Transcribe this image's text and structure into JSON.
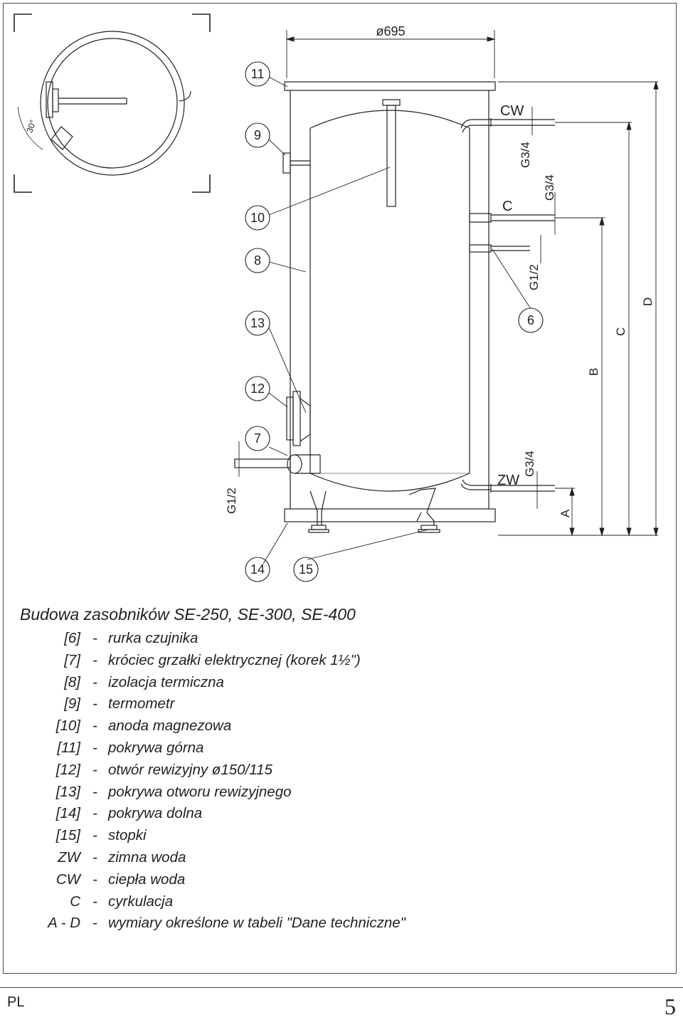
{
  "diagram": {
    "diameter_label": "ø695",
    "callouts": [
      "11",
      "9",
      "10",
      "8",
      "13",
      "12",
      "7",
      "6",
      "14",
      "15"
    ],
    "port_labels": {
      "cw": "CW",
      "c": "C",
      "zw": "ZW"
    },
    "thread_labels": {
      "top_cw": "G3/4",
      "top_c": "G3/4",
      "sensor": "G1/2",
      "bottom_zw": "G3/4",
      "heater": "G1/2"
    },
    "dimension_letters": [
      "A",
      "B",
      "C",
      "D"
    ],
    "angle_label": "30°"
  },
  "title": "Budowa zasobników SE-250, SE-300, SE-400",
  "legend": [
    {
      "code": "[6]",
      "desc": "rurka czujnika"
    },
    {
      "code": "[7]",
      "desc": "króciec grzałki elektrycznej (korek 1½\")"
    },
    {
      "code": "[8]",
      "desc": "izolacja termiczna"
    },
    {
      "code": "[9]",
      "desc": "termometr"
    },
    {
      "code": "[10]",
      "desc": "anoda magnezowa"
    },
    {
      "code": "[11]",
      "desc": "pokrywa górna"
    },
    {
      "code": "[12]",
      "desc": "otwór rewizyjny ø150/115"
    },
    {
      "code": "[13]",
      "desc": "pokrywa otworu rewizyjnego"
    },
    {
      "code": "[14]",
      "desc": "pokrywa dolna"
    },
    {
      "code": "[15]",
      "desc": "stopki"
    },
    {
      "code": "ZW",
      "desc": "zimna woda"
    },
    {
      "code": "CW",
      "desc": "ciepła woda"
    },
    {
      "code": "C",
      "desc": "cyrkulacja"
    },
    {
      "code": "A - D",
      "desc": "wymiary określone w tabeli \"Dane techniczne\""
    }
  ],
  "footer": {
    "language": "PL",
    "page_number": "5"
  }
}
